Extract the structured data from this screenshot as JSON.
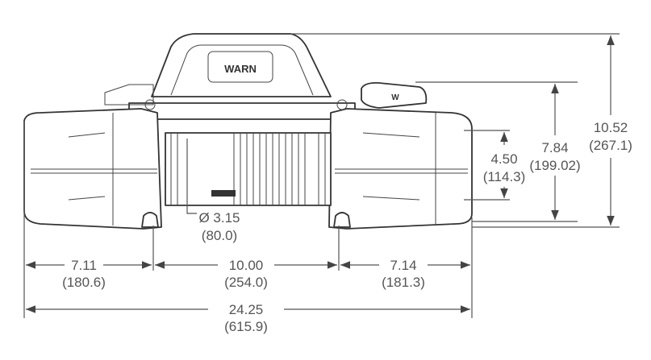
{
  "diagram": {
    "subject": "WARN",
    "dimensions": {
      "overall_height": {
        "in": "10.52",
        "mm": "(267.1)"
      },
      "height_to_control": {
        "in": "7.84",
        "mm": "(199.02)"
      },
      "motor_height": {
        "in": "4.50",
        "mm": "(114.3)"
      },
      "drum_diameter": {
        "in": "Ø 3.15",
        "mm": "(80.0)"
      },
      "left_section": {
        "in": "7.11",
        "mm": "(180.6)"
      },
      "mount_spacing": {
        "in": "10.00",
        "mm": "(254.0)"
      },
      "right_section": {
        "in": "7.14",
        "mm": "(181.3)"
      },
      "overall_length": {
        "in": "24.25",
        "mm": "(615.9)"
      }
    }
  }
}
